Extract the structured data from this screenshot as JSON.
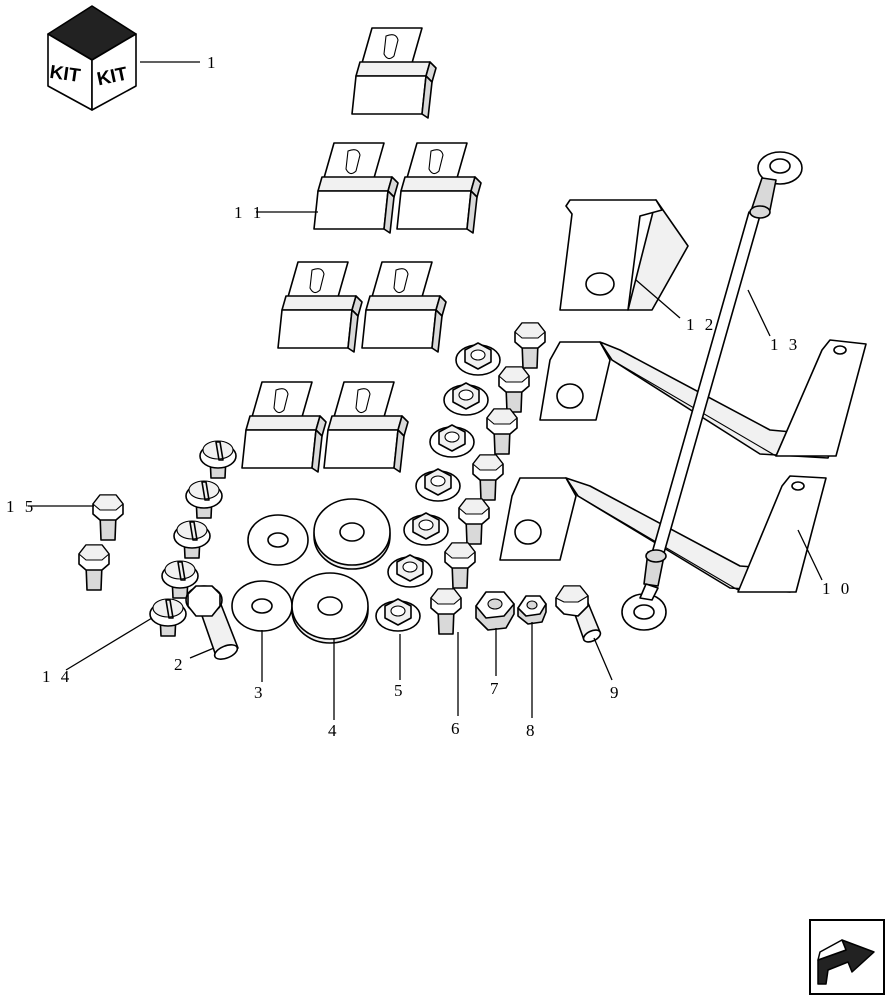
{
  "kit_icon": {
    "left_label": "KIT",
    "right_label": "KIT"
  },
  "callouts": {
    "c1": "1",
    "c2": "2",
    "c3": "3",
    "c4": "4",
    "c5": "5",
    "c6": "6",
    "c7": "7",
    "c8": "8",
    "c9": "9",
    "c10": "1 0",
    "c11": "1 1",
    "c12": "1 2",
    "c13": "1 3",
    "c14": "1 4",
    "c15": "1 5"
  },
  "icons": {
    "kit": "kit-box-icon",
    "navigation": "next-page-arrow-icon"
  }
}
